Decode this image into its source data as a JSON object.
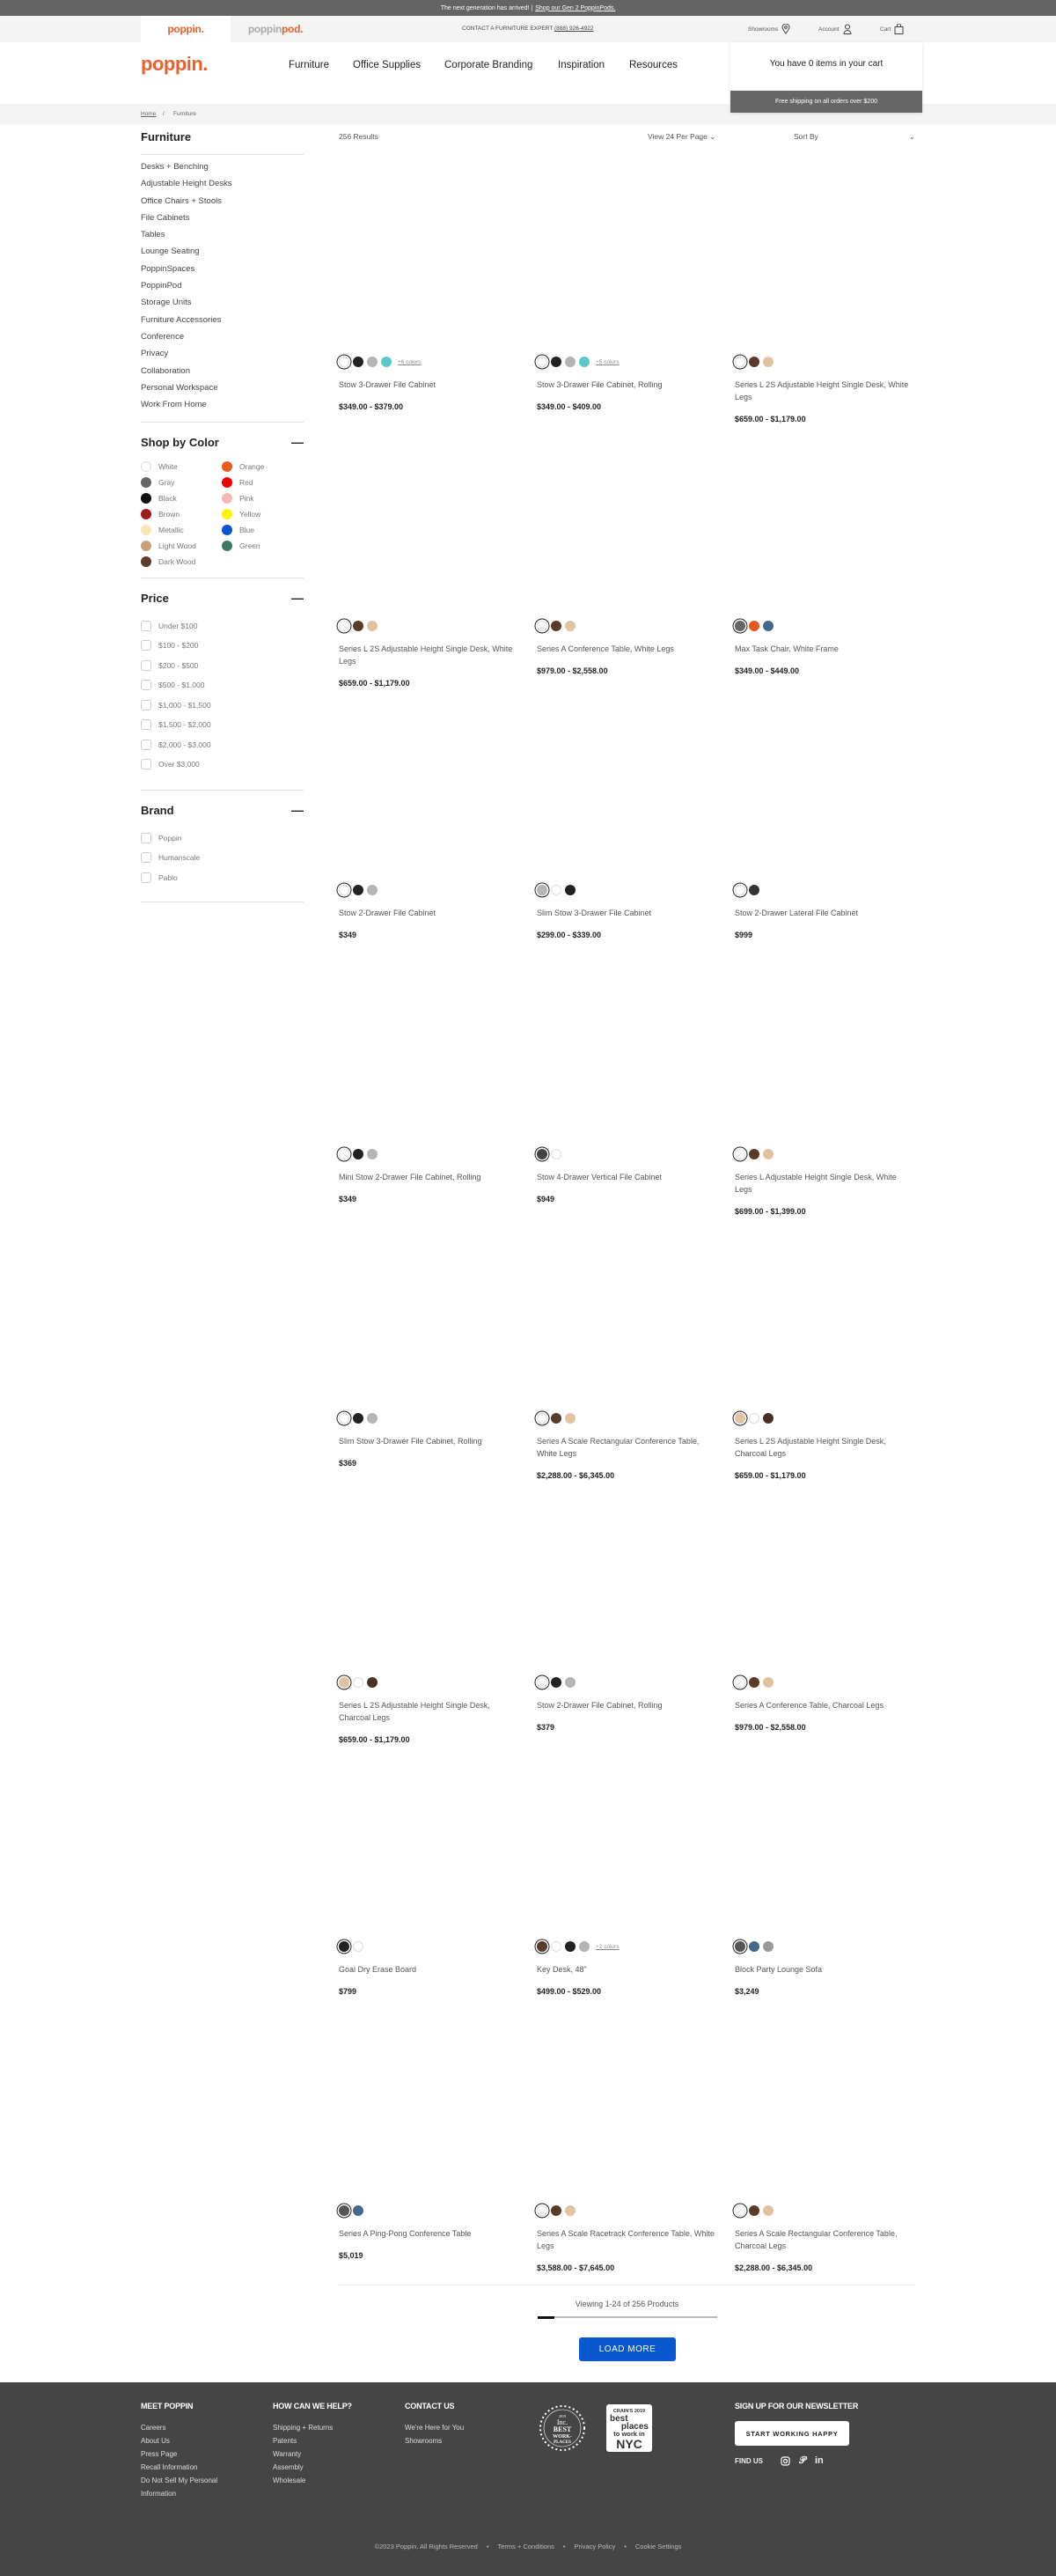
{
  "announcement": {
    "text": "The next generation has arrived! |",
    "link": "Shop our Gen 2 PoppinPods."
  },
  "util": {
    "brand_tabs": [
      "poppin.",
      "poppin",
      "pod."
    ],
    "contact_label": "CONTACT A FURNITURE EXPERT",
    "contact_phone": "(888) 926-4922",
    "showrooms": "Showrooms",
    "account": "Account",
    "cart": "Cart"
  },
  "nav": {
    "logo": "poppin.",
    "items": [
      "Furniture",
      "Office Supplies",
      "Corporate Branding",
      "Inspiration",
      "Resources"
    ]
  },
  "cart_panel": {
    "message": "You have 0 items in your cart",
    "shipping": "Free shipping on all orders over $200"
  },
  "breadcrumb": {
    "home": "Home",
    "sep": "/",
    "current": "Furniture"
  },
  "sidebar": {
    "title": "Furniture",
    "categories": [
      "Desks + Benching",
      "Adjustable Height Desks",
      "Office Chairs + Stools",
      "File Cabinets",
      "Tables",
      "Lounge Seating",
      "PoppinSpaces",
      "PoppinPod",
      "Storage Units",
      "Furniture Accessories",
      "Conference",
      "Privacy",
      "Collaboration",
      "Personal Workspace",
      "Work From Home"
    ],
    "color_title": "Shop by Color",
    "colors": [
      {
        "label": "White",
        "hex": "#ffffff"
      },
      {
        "label": "Orange",
        "hex": "#ea5b1f"
      },
      {
        "label": "Gray",
        "hex": "#666666"
      },
      {
        "label": "Red",
        "hex": "#ee0000"
      },
      {
        "label": "Black",
        "hex": "#111111"
      },
      {
        "label": "Pink",
        "hex": "#f2b8b2"
      },
      {
        "label": "Brown",
        "hex": "#a11d1d"
      },
      {
        "label": "Yellow",
        "hex": "#fff200"
      },
      {
        "label": "Metallic",
        "hex": "#f6e6b8"
      },
      {
        "label": "Blue",
        "hex": "#0755d1"
      },
      {
        "label": "Light Wood",
        "hex": "#c9a27c"
      },
      {
        "label": "Green",
        "hex": "#3d7a63"
      },
      {
        "label": "Dark Wood",
        "hex": "#5a3a28"
      }
    ],
    "price_title": "Price",
    "prices": [
      "Under $100",
      "$100 - $200",
      "$200 - $500",
      "$500 - $1,000",
      "$1,000 - $1,500",
      "$1,500 - $2,000",
      "$2,000 - $3,000",
      "Over $3,000"
    ],
    "brand_title": "Brand",
    "brands": [
      "Poppin",
      "Humanscale",
      "Pablo"
    ],
    "collapse_icon": "minus-icon"
  },
  "toolbar": {
    "results": "256 Results",
    "per_page": "View 24 Per Page",
    "sort": "Sort By"
  },
  "products": [
    {
      "name": "Stow 3-Drawer File Cabinet",
      "price": "$349.00 - $379.00",
      "swatches": [
        "#ffffff",
        "#222222",
        "#b5b5b5",
        "#5bc8cc"
      ],
      "more": "+6 colors",
      "image": "cabinet-3-drawer"
    },
    {
      "name": "Stow 3-Drawer File Cabinet, Rolling",
      "price": "$349.00 - $409.00",
      "swatches": [
        "#ffffff",
        "#222222",
        "#b5b5b5",
        "#5bc8cc"
      ],
      "more": "+5 colors",
      "image": "cabinet-3-drawer-rolling"
    },
    {
      "name": "Series L 2S Adjustable Height Single Desk, White Legs",
      "price": "$659.00 - $1,179.00",
      "swatches": [
        "#ffffff",
        "#5a3a28",
        "#e3c29f"
      ],
      "image": "desk-white"
    },
    {
      "name": "Series L 2S Adjustable Height Single Desk, White Legs",
      "price": "$659.00 - $1,179.00",
      "swatches": [
        "#ffffff",
        "#5a3a28",
        "#e3c29f"
      ],
      "image": "desk-white"
    },
    {
      "name": "Series A Conference Table, White Legs",
      "price": "$979.00 - $2,558.00",
      "swatches": [
        "#ffffff",
        "#5a3a28",
        "#e3c29f"
      ],
      "image": "conference-white"
    },
    {
      "name": "Max Task Chair, White Frame",
      "price": "$349.00 - $449.00",
      "swatches": [
        "#666666",
        "#e8581c",
        "#436a8a"
      ],
      "image": "task-chair"
    },
    {
      "name": "Stow 2-Drawer File Cabinet",
      "price": "$349",
      "swatches": [
        "#ffffff",
        "#222222",
        "#b5b5b5"
      ],
      "image": "cabinet-2-drawer"
    },
    {
      "name": "Slim Stow 3-Drawer File Cabinet",
      "price": "$299.00 - $339.00",
      "swatches": [
        "#b5b5b5",
        "#ffffff",
        "#222222"
      ],
      "image": "cabinet-slim-gray"
    },
    {
      "name": "Stow 2-Drawer Lateral File Cabinet",
      "price": "$999",
      "swatches": [
        "#ffffff",
        "#333333"
      ],
      "image": "cabinet-lateral"
    },
    {
      "name": "Mini Stow 2-Drawer File Cabinet, Rolling",
      "price": "$349",
      "swatches": [
        "#ffffff",
        "#222222",
        "#b5b5b5"
      ],
      "image": "cabinet-mini"
    },
    {
      "name": "Stow 4-Drawer Vertical File Cabinet",
      "price": "$949",
      "swatches": [
        "#444444",
        "#ffffff"
      ],
      "image": "cabinet-vertical"
    },
    {
      "name": "Series L Adjustable Height Single Desk, White Legs",
      "price": "$699.00 - $1,399.00",
      "swatches": [
        "#ffffff",
        "#5a3a28",
        "#e3c29f"
      ],
      "image": "desk-bare"
    },
    {
      "name": "Slim Stow 3-Drawer File Cabinet, Rolling",
      "price": "$369",
      "swatches": [
        "#ffffff",
        "#222222",
        "#b5b5b5"
      ],
      "image": "cabinet-3-drawer-rolling"
    },
    {
      "name": "Series A Scale Rectangular Conference Table, White Legs",
      "price": "$2,288.00 - $6,345.00",
      "swatches": [
        "#ffffff",
        "#5a3a28",
        "#e3c29f"
      ],
      "image": "table-white"
    },
    {
      "name": "Series L 2S Adjustable Height Single Desk, Charcoal Legs",
      "price": "$659.00 - $1,179.00",
      "swatches": [
        "#e3c29f",
        "#ffffff",
        "#4a3020"
      ],
      "image": "desk-charcoal"
    },
    {
      "name": "Series L 2S Adjustable Height Single Desk, Charcoal Legs",
      "price": "$659.00 - $1,179.00",
      "swatches": [
        "#e3c29f",
        "#ffffff",
        "#4a3020"
      ],
      "image": "desk-charcoal"
    },
    {
      "name": "Stow 2-Drawer File Cabinet, Rolling",
      "price": "$379",
      "swatches": [
        "#ffffff",
        "#222222",
        "#b5b5b5"
      ],
      "image": "cabinet-2-drawer-rolling"
    },
    {
      "name": "Series A Conference Table, Charcoal Legs",
      "price": "$979.00 - $2,558.00",
      "swatches": [
        "#ffffff",
        "#5a3a28",
        "#e3c29f"
      ],
      "image": "conference-charcoal"
    },
    {
      "name": "Goal Dry Erase Board",
      "price": "$799",
      "swatches": [
        "#222222",
        "#ffffff"
      ],
      "image": "dry-erase-board"
    },
    {
      "name": "Key Desk, 48\"",
      "price": "$499.00 - $529.00",
      "swatches": [
        "#5a3a28",
        "#ffffff",
        "#222222",
        "#b5b5b5"
      ],
      "more": "+2 colors",
      "image": "key-desk"
    },
    {
      "name": "Block Party Lounge Sofa",
      "price": "$3,249",
      "swatches": [
        "#555555",
        "#436a8a",
        "#999999"
      ],
      "image": "sofa"
    },
    {
      "name": "Series A Ping-Pong Conference Table",
      "price": "$5,019",
      "swatches": [
        "#555555",
        "#436a8a"
      ],
      "image": "ping-pong-table"
    },
    {
      "name": "Series A Scale Racetrack Conference Table, White Legs",
      "price": "$3,588.00 - $7,645.00",
      "swatches": [
        "#ffffff",
        "#5a3a28",
        "#e3c29f"
      ],
      "image": "racetrack-table"
    },
    {
      "name": "Series A Scale Rectangular Conference Table, Charcoal Legs",
      "price": "$2,288.00 - $6,345.00",
      "swatches": [
        "#ffffff",
        "#5a3a28",
        "#e3c29f"
      ],
      "image": "table-charcoal"
    }
  ],
  "pagination": {
    "viewing": "Viewing 1-24 of 256 Products",
    "progress_percent": 9.4,
    "load_more": "LOAD MORE"
  },
  "footer": {
    "cols": [
      {
        "title": "MEET POPPIN",
        "links": [
          "Careers",
          "About Us",
          "Press Page",
          "Recall Information",
          "Do Not Sell My Personal Information"
        ]
      },
      {
        "title": "HOW CAN WE HELP?",
        "links": [
          "Shipping + Returns",
          "Patents",
          "Warranty",
          "Assembly",
          "Wholesale"
        ]
      },
      {
        "title": "CONTACT US",
        "links": [
          "We're Here for You",
          "Showrooms"
        ]
      }
    ],
    "badges": [
      {
        "lines": [
          "2019",
          "Inc.",
          "BEST",
          "WORK-",
          "PLACES"
        ]
      },
      {
        "lines": [
          "CRAIN'S 2019",
          "best",
          "places",
          "to work in",
          "NYC"
        ]
      }
    ],
    "newsletter_title": "SIGN UP FOR OUR NEWSLETTER",
    "newsletter_button": "START WORKING HAPPY",
    "find_us": "FIND US",
    "social": [
      "instagram-icon",
      "pinterest-icon",
      "linkedin-icon"
    ],
    "legal": [
      "©2023 Poppin. All Rights Reserved",
      "Terms + Conditions",
      "Privacy Policy",
      "Cookie Settings"
    ],
    "legal_sep": "•"
  },
  "colors": {
    "brand": "#e8602c",
    "button": "#0a58d0",
    "footer": "#454545",
    "topbar": "#646464"
  }
}
